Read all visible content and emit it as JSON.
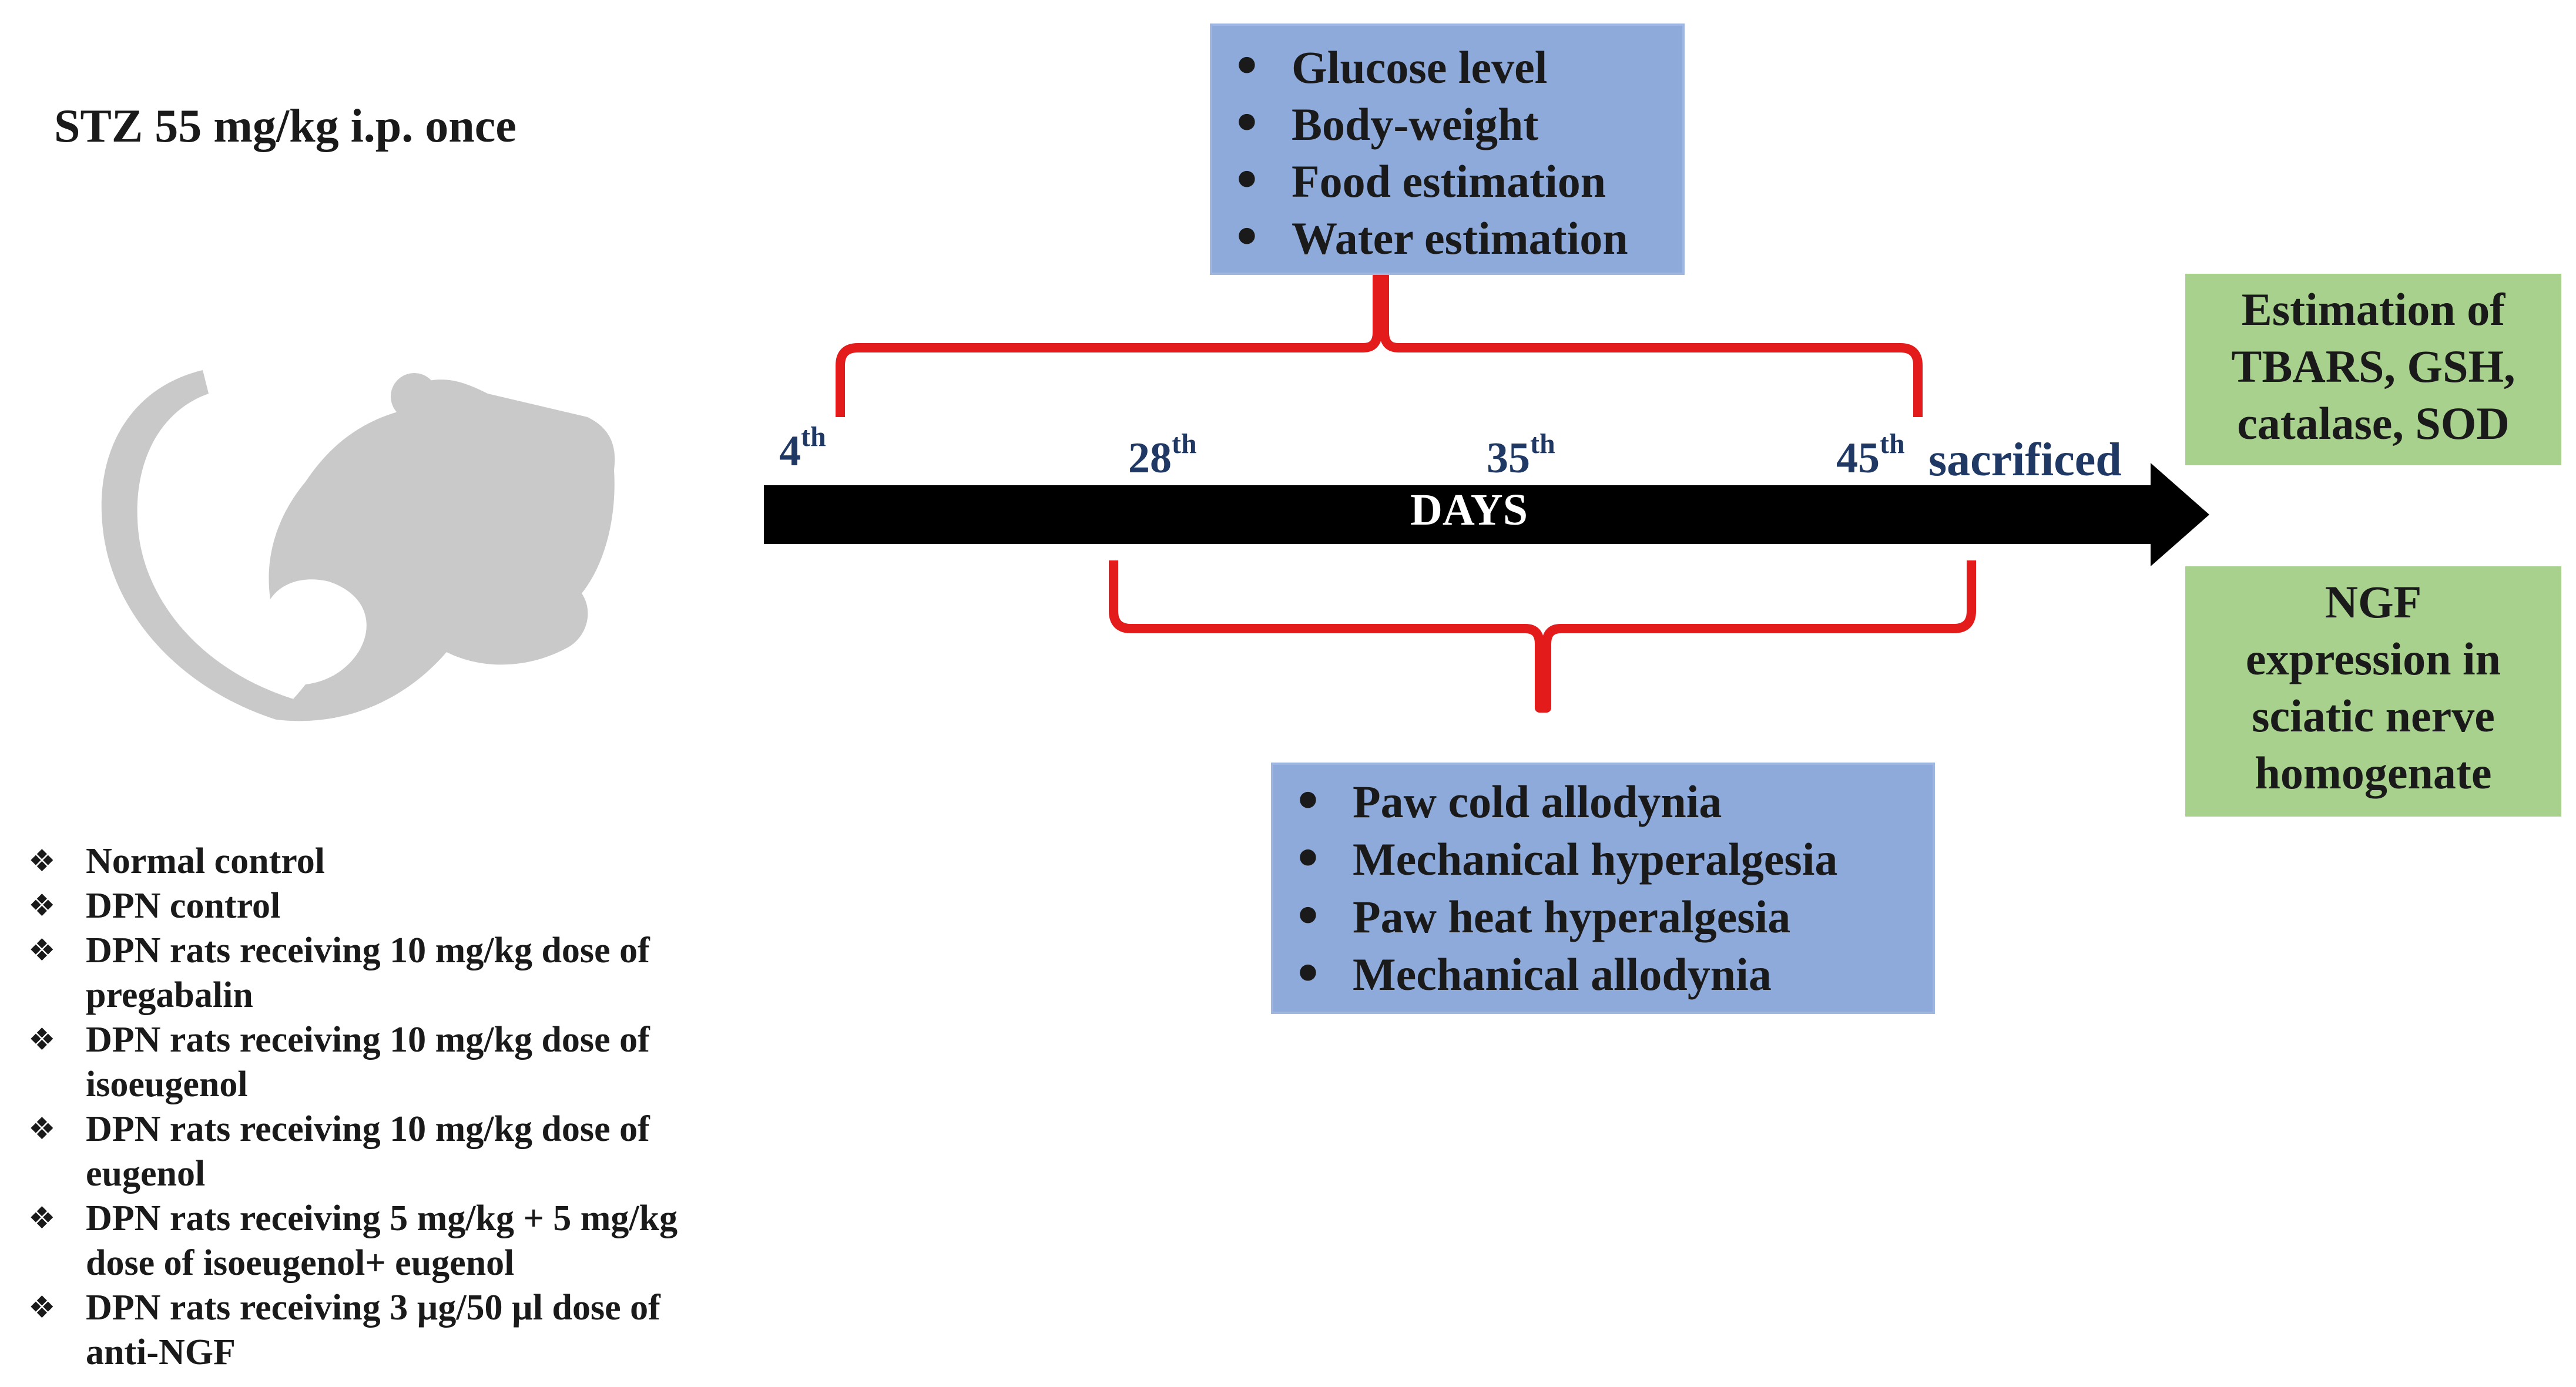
{
  "stz_label": "STZ 55 mg/kg i.p. once",
  "timeline": {
    "axis_label": "DAYS",
    "days": [
      {
        "num": "4",
        "suffix": "th"
      },
      {
        "num": "28",
        "suffix": "th"
      },
      {
        "num": "35",
        "suffix": "th"
      },
      {
        "num": "45",
        "suffix": "th"
      }
    ],
    "end_label": "sacrificed"
  },
  "top_box": {
    "items": [
      "Glucose level",
      "Body-weight",
      "Food estimation",
      "Water estimation"
    ]
  },
  "bottom_box": {
    "items": [
      "Paw cold allodynia",
      "Mechanical hyperalgesia",
      "Paw heat hyperalgesia",
      "Mechanical allodynia"
    ]
  },
  "right_boxes": {
    "top_lines": [
      "Estimation of",
      "TBARS, GSH,",
      "catalase, SOD"
    ],
    "bottom_lines": [
      "NGF",
      "expression in",
      "sciatic nerve",
      "homogenate"
    ]
  },
  "groups": [
    {
      "line1": "Normal control",
      "line2": ""
    },
    {
      "line1": "DPN control",
      "line2": ""
    },
    {
      "line1": "DPN rats receiving 10 mg/kg dose of",
      "line2": "pregabalin"
    },
    {
      "line1": "DPN rats receiving 10 mg/kg dose of",
      "line2": "isoeugenol"
    },
    {
      "line1": "DPN rats receiving 10 mg/kg dose of",
      "line2": "eugenol"
    },
    {
      "line1": "DPN rats receiving 5 mg/kg + 5 mg/kg",
      "line2": "dose of isoeugenol+ eugenol"
    },
    {
      "line1": "DPN rats receiving 3 µg/50 µl dose of",
      "line2": "anti-NGF"
    }
  ],
  "group_bullet": "❖",
  "colors": {
    "blue_box": "#8eaadb",
    "green_box": "#a9d18e",
    "bracket": "#e31b1b",
    "arrow": "#000000",
    "day_text": "#1f3864",
    "rat": "#c9c9c9"
  },
  "icons": {
    "rat": "rat-silhouette-icon"
  }
}
